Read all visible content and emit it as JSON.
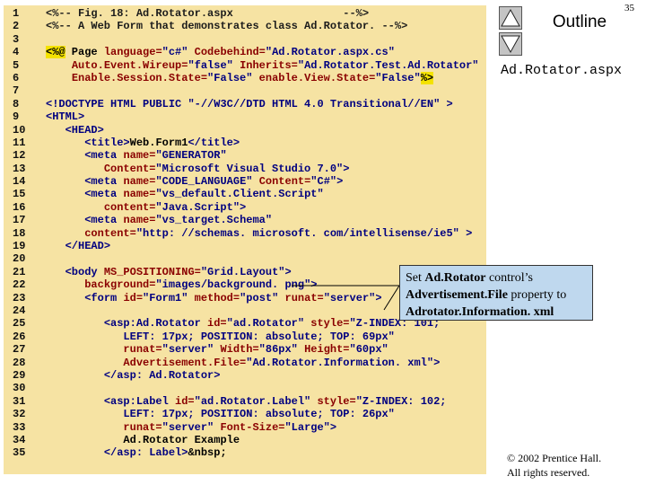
{
  "page_number": "35",
  "outline": {
    "title": "Outline",
    "file_name": "Ad.Rotator.aspx",
    "nav_up_icon": "triangle-up-icon",
    "nav_down_icon": "triangle-down-icon"
  },
  "code_lines": [
    {
      "n": "1",
      "segs": [
        {
          "c": "comment",
          "t": "<%-- Fig. 18: Ad.Rotator.aspx                 --%>"
        }
      ]
    },
    {
      "n": "2",
      "segs": [
        {
          "c": "comment",
          "t": "<%-- A Web Form that demonstrates class Ad.Rotator. --%>"
        }
      ]
    },
    {
      "n": "3",
      "segs": []
    },
    {
      "n": "4",
      "segs": [
        {
          "c": "dir",
          "t": "<%@"
        },
        {
          "c": "default",
          "t": " Page "
        },
        {
          "c": "attr",
          "t": "language="
        },
        {
          "c": "string",
          "t": "\"c#\""
        },
        {
          "c": "default",
          "t": " "
        },
        {
          "c": "attr",
          "t": "Codebehind="
        },
        {
          "c": "string",
          "t": "\"Ad.Rotator.aspx.cs\""
        }
      ]
    },
    {
      "n": "5",
      "segs": [
        {
          "c": "default",
          "t": "    "
        },
        {
          "c": "attr",
          "t": "Auto.Event.Wireup="
        },
        {
          "c": "string",
          "t": "\"false\""
        },
        {
          "c": "default",
          "t": " "
        },
        {
          "c": "attr",
          "t": "Inherits="
        },
        {
          "c": "string",
          "t": "\"Ad.Rotator.Test.Ad.Rotator\""
        }
      ]
    },
    {
      "n": "6",
      "segs": [
        {
          "c": "default",
          "t": "    "
        },
        {
          "c": "attr",
          "t": "Enable.Session.State="
        },
        {
          "c": "string",
          "t": "\"False\""
        },
        {
          "c": "default",
          "t": " "
        },
        {
          "c": "attr",
          "t": "enable.View.State="
        },
        {
          "c": "string",
          "t": "\"False\""
        },
        {
          "c": "dir",
          "t": "%>"
        }
      ]
    },
    {
      "n": "7",
      "segs": []
    },
    {
      "n": "8",
      "segs": [
        {
          "c": "tag",
          "t": "<!DOCTYPE HTML PUBLIC "
        },
        {
          "c": "string",
          "t": "\"-//W3C//DTD HTML 4.0 Transitional//EN\""
        },
        {
          "c": "tag",
          "t": " >"
        }
      ]
    },
    {
      "n": "9",
      "segs": [
        {
          "c": "tag",
          "t": "<HTML>"
        }
      ]
    },
    {
      "n": "10",
      "segs": [
        {
          "c": "default",
          "t": "   "
        },
        {
          "c": "tag",
          "t": "<HEAD>"
        }
      ]
    },
    {
      "n": "11",
      "segs": [
        {
          "c": "default",
          "t": "      "
        },
        {
          "c": "tag",
          "t": "<title>"
        },
        {
          "c": "text",
          "t": "Web.Form1"
        },
        {
          "c": "tag",
          "t": "</title>"
        }
      ]
    },
    {
      "n": "12",
      "segs": [
        {
          "c": "default",
          "t": "      "
        },
        {
          "c": "tag",
          "t": "<meta "
        },
        {
          "c": "attr",
          "t": "name="
        },
        {
          "c": "string",
          "t": "\"GENERATOR\""
        }
      ]
    },
    {
      "n": "13",
      "segs": [
        {
          "c": "default",
          "t": "         "
        },
        {
          "c": "attr",
          "t": "Content="
        },
        {
          "c": "string",
          "t": "\"Microsoft Visual Studio 7.0\""
        },
        {
          "c": "tag",
          "t": ">"
        }
      ]
    },
    {
      "n": "14",
      "segs": [
        {
          "c": "default",
          "t": "      "
        },
        {
          "c": "tag",
          "t": "<meta "
        },
        {
          "c": "attr",
          "t": "name="
        },
        {
          "c": "string",
          "t": "\"CODE_LANGUAGE\""
        },
        {
          "c": "default",
          "t": " "
        },
        {
          "c": "attr",
          "t": "Content="
        },
        {
          "c": "string",
          "t": "\"C#\""
        },
        {
          "c": "tag",
          "t": ">"
        }
      ]
    },
    {
      "n": "15",
      "segs": [
        {
          "c": "default",
          "t": "      "
        },
        {
          "c": "tag",
          "t": "<meta "
        },
        {
          "c": "attr",
          "t": "name="
        },
        {
          "c": "string",
          "t": "\"vs_default.Client.Script\""
        }
      ]
    },
    {
      "n": "16",
      "segs": [
        {
          "c": "default",
          "t": "         "
        },
        {
          "c": "attr",
          "t": "content="
        },
        {
          "c": "string",
          "t": "\"Java.Script\""
        },
        {
          "c": "tag",
          "t": ">"
        }
      ]
    },
    {
      "n": "17",
      "segs": [
        {
          "c": "default",
          "t": "      "
        },
        {
          "c": "tag",
          "t": "<meta "
        },
        {
          "c": "attr",
          "t": "name="
        },
        {
          "c": "string",
          "t": "\"vs_target.Schema\""
        }
      ]
    },
    {
      "n": "18",
      "segs": [
        {
          "c": "default",
          "t": "      "
        },
        {
          "c": "attr",
          "t": "content="
        },
        {
          "c": "string",
          "t": "\"http: //schemas. microsoft. com/intellisense/ie5\""
        },
        {
          "c": "tag",
          "t": " >"
        }
      ]
    },
    {
      "n": "19",
      "segs": [
        {
          "c": "default",
          "t": "   "
        },
        {
          "c": "tag",
          "t": "</HEAD>"
        }
      ]
    },
    {
      "n": "20",
      "segs": []
    },
    {
      "n": "21",
      "segs": [
        {
          "c": "default",
          "t": "   "
        },
        {
          "c": "tag",
          "t": "<body "
        },
        {
          "c": "attr",
          "t": "MS_POSITIONING="
        },
        {
          "c": "string",
          "t": "\"Grid.Layout\""
        },
        {
          "c": "tag",
          "t": ">"
        }
      ]
    },
    {
      "n": "22",
      "segs": [
        {
          "c": "default",
          "t": "      "
        },
        {
          "c": "attr",
          "t": "background="
        },
        {
          "c": "string",
          "t": "\"images/background. png\""
        },
        {
          "c": "tag",
          "t": ">"
        }
      ]
    },
    {
      "n": "23",
      "segs": [
        {
          "c": "default",
          "t": "      "
        },
        {
          "c": "tag",
          "t": "<form "
        },
        {
          "c": "attr",
          "t": "id="
        },
        {
          "c": "string",
          "t": "\"Form1\""
        },
        {
          "c": "default",
          "t": " "
        },
        {
          "c": "attr",
          "t": "method="
        },
        {
          "c": "string",
          "t": "\"post\""
        },
        {
          "c": "default",
          "t": " "
        },
        {
          "c": "attr",
          "t": "runat="
        },
        {
          "c": "string",
          "t": "\"server\""
        },
        {
          "c": "tag",
          "t": ">"
        }
      ]
    },
    {
      "n": "24",
      "segs": []
    },
    {
      "n": "25",
      "segs": [
        {
          "c": "default",
          "t": "         "
        },
        {
          "c": "tag",
          "t": "<asp:Ad.Rotator "
        },
        {
          "c": "attr",
          "t": "id="
        },
        {
          "c": "string",
          "t": "\"ad.Rotator\""
        },
        {
          "c": "default",
          "t": " "
        },
        {
          "c": "attr",
          "t": "style="
        },
        {
          "c": "string",
          "t": "\"Z-INDEX: 101;"
        }
      ]
    },
    {
      "n": "26",
      "segs": [
        {
          "c": "default",
          "t": "            "
        },
        {
          "c": "string",
          "t": "LEFT: 17px; POSITION: absolute; TOP: 69px\""
        }
      ]
    },
    {
      "n": "27",
      "segs": [
        {
          "c": "default",
          "t": "            "
        },
        {
          "c": "attr",
          "t": "runat="
        },
        {
          "c": "string",
          "t": "\"server\""
        },
        {
          "c": "default",
          "t": " "
        },
        {
          "c": "attr",
          "t": "Width="
        },
        {
          "c": "string",
          "t": "\"86px\""
        },
        {
          "c": "default",
          "t": " "
        },
        {
          "c": "attr",
          "t": "Height="
        },
        {
          "c": "string",
          "t": "\"60px\""
        }
      ]
    },
    {
      "n": "28",
      "segs": [
        {
          "c": "default",
          "t": "            "
        },
        {
          "c": "attr",
          "t": "Advertisement.File="
        },
        {
          "c": "string",
          "t": "\"Ad.Rotator.Information. xml\""
        },
        {
          "c": "tag",
          "t": ">"
        }
      ]
    },
    {
      "n": "29",
      "segs": [
        {
          "c": "default",
          "t": "         "
        },
        {
          "c": "tag",
          "t": "</asp: Ad.Rotator>"
        }
      ]
    },
    {
      "n": "30",
      "segs": []
    },
    {
      "n": "31",
      "segs": [
        {
          "c": "default",
          "t": "         "
        },
        {
          "c": "tag",
          "t": "<asp:Label "
        },
        {
          "c": "attr",
          "t": "id="
        },
        {
          "c": "string",
          "t": "\"ad.Rotator.Label\""
        },
        {
          "c": "default",
          "t": " "
        },
        {
          "c": "attr",
          "t": "style="
        },
        {
          "c": "string",
          "t": "\"Z-INDEX: 102;"
        }
      ]
    },
    {
      "n": "32",
      "segs": [
        {
          "c": "default",
          "t": "            "
        },
        {
          "c": "string",
          "t": "LEFT: 17px; POSITION: absolute; TOP: 26px\""
        }
      ]
    },
    {
      "n": "33",
      "segs": [
        {
          "c": "default",
          "t": "            "
        },
        {
          "c": "attr",
          "t": "runat="
        },
        {
          "c": "string",
          "t": "\"server\""
        },
        {
          "c": "default",
          "t": " "
        },
        {
          "c": "attr",
          "t": "Font-Size="
        },
        {
          "c": "string",
          "t": "\"Large\""
        },
        {
          "c": "tag",
          "t": ">"
        }
      ]
    },
    {
      "n": "34",
      "segs": [
        {
          "c": "default",
          "t": "            "
        },
        {
          "c": "text",
          "t": "Ad.Rotator Example"
        }
      ]
    },
    {
      "n": "35",
      "segs": [
        {
          "c": "default",
          "t": "         "
        },
        {
          "c": "tag",
          "t": "</asp: Label>"
        },
        {
          "c": "text",
          "t": "&nbsp;"
        }
      ]
    }
  ],
  "callout": {
    "prefix": "Set ",
    "control": "Ad.Rotator",
    "middle": " control’s ",
    "property": "Advertisement.File",
    "after_property": " property to ",
    "file": "Adrotator.Information. xml"
  },
  "copyright": {
    "line1": "© 2002 Prentice Hall.",
    "line2": "All rights reserved."
  },
  "colors": {
    "code_background": "#f6e3a3",
    "callout_background": "#bfd8ee",
    "tag": "#000080",
    "attribute": "#8a0000",
    "directive_highlight": "#f4e200"
  }
}
